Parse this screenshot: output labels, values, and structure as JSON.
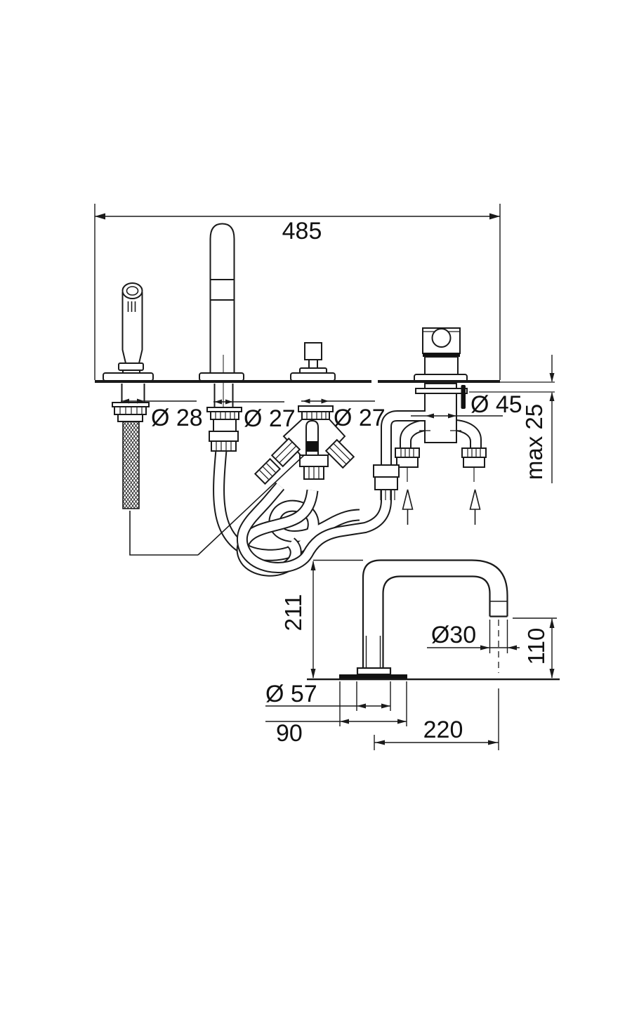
{
  "drawing": {
    "type": "bath-mixer-installation-dimensions",
    "colors": {
      "line": "#1a1a1a",
      "background": "#ffffff",
      "fill_black": "#111111"
    },
    "deck_view": {
      "overall_width": "485",
      "handshower_hole_diameter": "Ø 28",
      "spout_hole_diameter": "Ø 27",
      "diverter_hole_diameter": "Ø 27",
      "mixer_hole_diameter": "Ø 45",
      "max_deck_thickness": "max 25"
    },
    "spout_side_view": {
      "spout_height": "211",
      "outlet_tube_diameter": "Ø30",
      "outlet_clearance_height": "110",
      "base_flange_diameter": "Ø 57",
      "base_plate_width": "90",
      "spout_reach": "220"
    }
  }
}
